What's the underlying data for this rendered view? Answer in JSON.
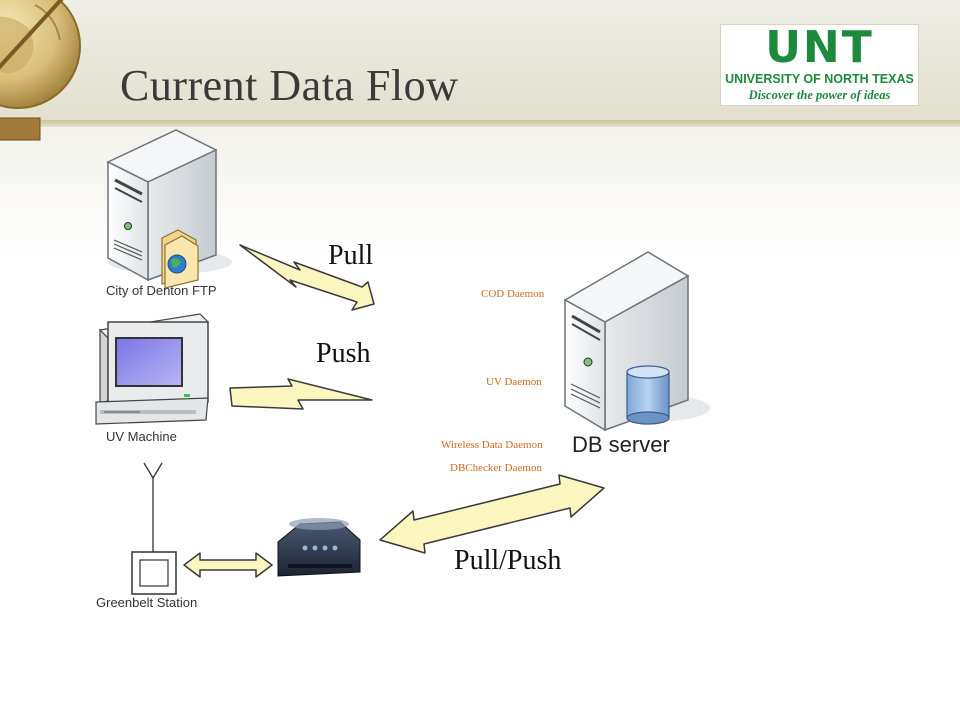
{
  "slide": {
    "title": "Current Data Flow"
  },
  "logo": {
    "mark": "UNT",
    "line1": "UNIVERSITY OF NORTH TEXAS",
    "line2": "Discover the power of ideas",
    "color": "#1c8a3a"
  },
  "devices": {
    "ftp_server": "City of Denton FTP",
    "uv_machine": "UV Machine",
    "station": "Greenbelt Station",
    "db_server": "DB server"
  },
  "flows": {
    "pull": "Pull",
    "push": "Push",
    "pull_push": "Pull/Push"
  },
  "daemons": {
    "cod": "COD Daemon",
    "uv": "UV Daemon",
    "wireless": "Wireless  Data Daemon",
    "dbchecker": "DBChecker Daemon"
  },
  "colors": {
    "arrow_fill": "#fbf6c0",
    "arrow_stroke": "#3a3a3a",
    "daemon_text": "#d2691e",
    "header_band": "#e3e0cf"
  },
  "icons": [
    "globe-icon",
    "server-icon",
    "computer-icon",
    "antenna-icon",
    "modem-icon",
    "database-icon",
    "folder-icon"
  ]
}
